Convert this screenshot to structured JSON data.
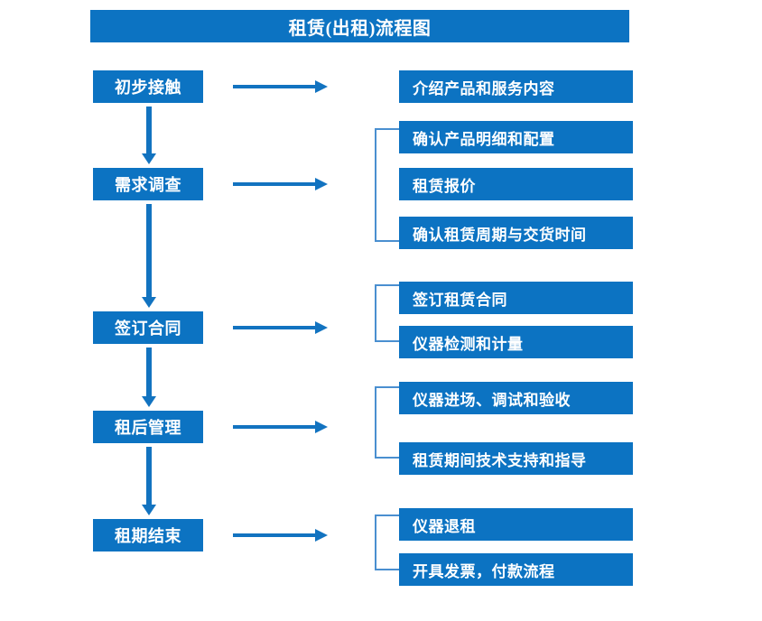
{
  "title": "租赁(出租)流程图",
  "colors": {
    "box_fill": "#0c73c2",
    "box_text": "#ffffff",
    "arrow": "#1273c0",
    "bracket": "#4a8fd0",
    "background": "#ffffff"
  },
  "chart_data": {
    "type": "diagram",
    "title": "租赁(出租)流程图",
    "orientation": "vertical-with-branches",
    "stages": [
      {
        "label": "初步接触",
        "details": [
          "介绍产品和服务内容"
        ],
        "bracket": false
      },
      {
        "label": "需求调查",
        "details": [
          "确认产品明细和配置",
          "租赁报价",
          "确认租赁周期与交货时间"
        ],
        "bracket": true
      },
      {
        "label": "签订合同",
        "details": [
          "签订租赁合同",
          "仪器检测和计量"
        ],
        "bracket": true
      },
      {
        "label": "租后管理",
        "details": [
          "仪器进场、调试和验收",
          "租赁期间技术支持和指导"
        ],
        "bracket": true
      },
      {
        "label": "租期结束",
        "details": [
          "仪器退租",
          "开具发票，付款流程"
        ],
        "bracket": true
      }
    ]
  },
  "flow": {
    "stage_boxes": [
      {
        "label": "初步接触"
      },
      {
        "label": "需求调查"
      },
      {
        "label": "签订合同"
      },
      {
        "label": "租后管理"
      },
      {
        "label": "租期结束"
      }
    ],
    "detail_boxes": [
      {
        "label": "介绍产品和服务内容"
      },
      {
        "label": "确认产品明细和配置"
      },
      {
        "label": "租赁报价"
      },
      {
        "label": "确认租赁周期与交货时间"
      },
      {
        "label": "签订租赁合同"
      },
      {
        "label": "仪器检测和计量"
      },
      {
        "label": "仪器进场、调试和验收"
      },
      {
        "label": "租赁期间技术支持和指导"
      },
      {
        "label": "仪器退租"
      },
      {
        "label": "开具发票，付款流程"
      }
    ]
  }
}
